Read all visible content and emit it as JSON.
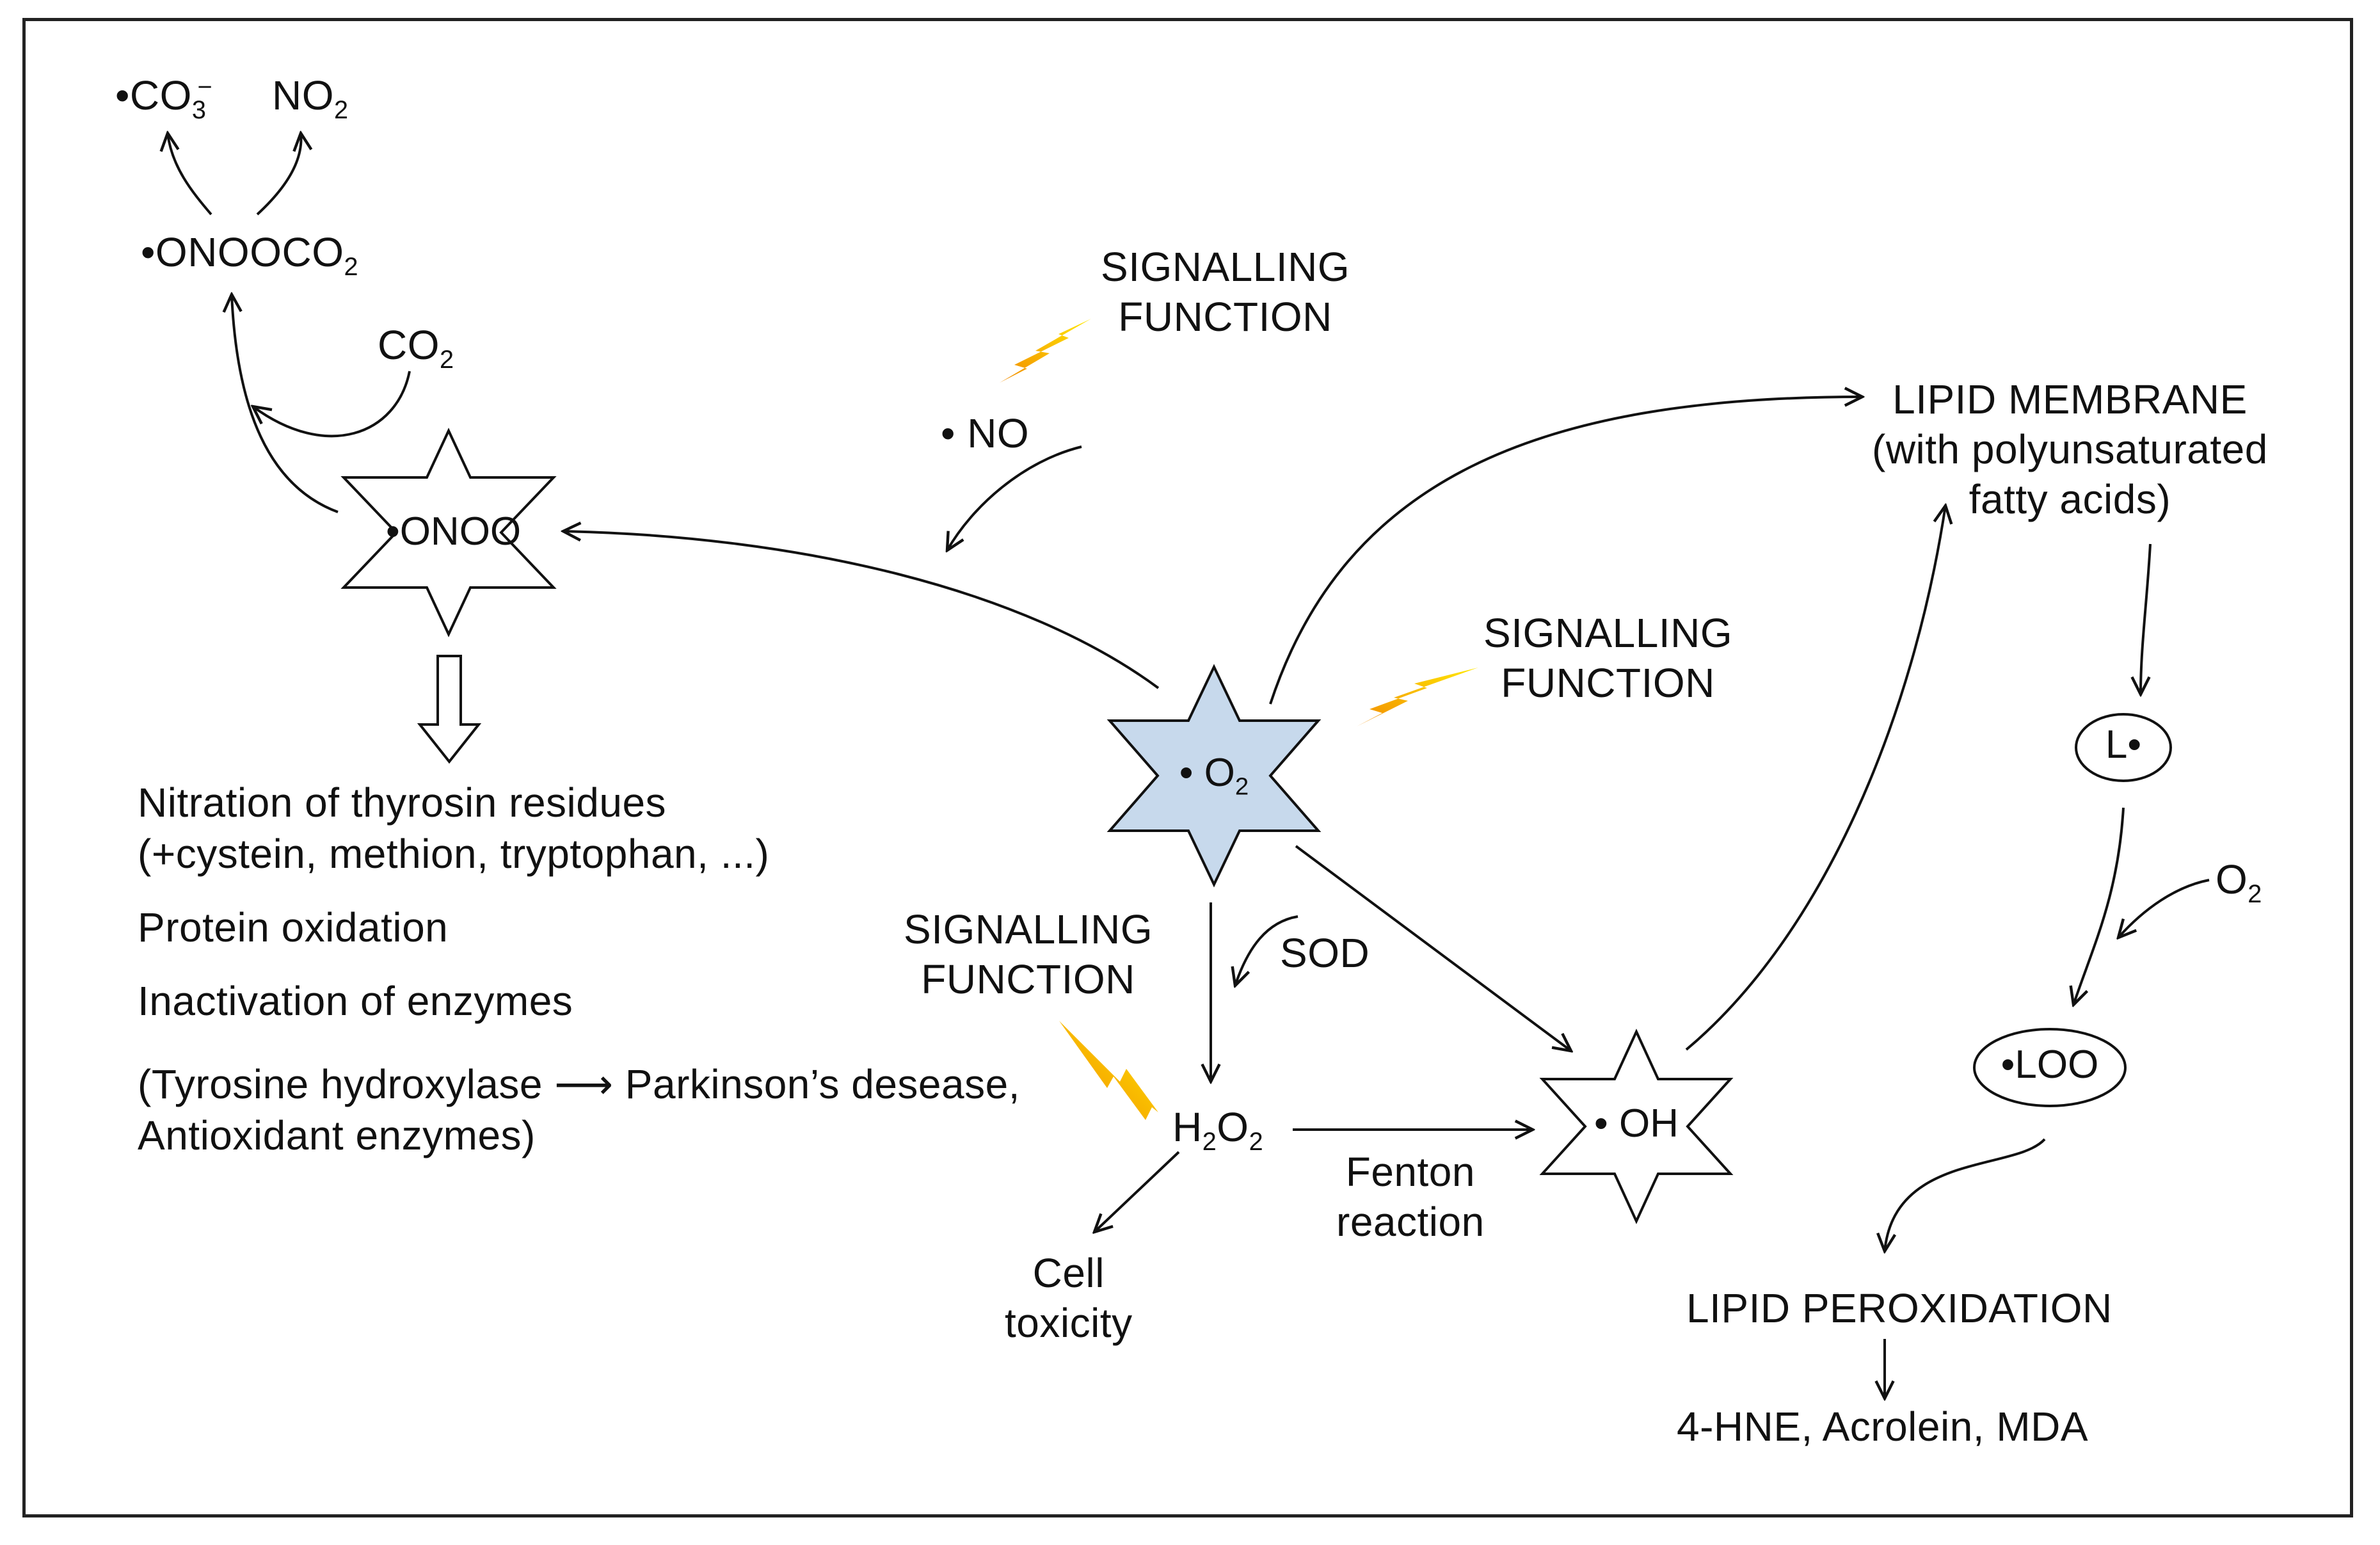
{
  "species": {
    "co3": {
      "dot": "•",
      "base": "CO",
      "sub": "3",
      "sup": "−"
    },
    "no2": {
      "base": "NO",
      "sub": "2"
    },
    "onoococ2": {
      "dot": "•",
      "base": "ONOOCO",
      "sub": "2"
    },
    "co2": {
      "base": "CO",
      "sub": "2"
    },
    "no": "• NO",
    "onoo": "•ONOO",
    "o2_radical": {
      "dot": "• ",
      "base": "O",
      "sub": "2"
    },
    "h2o2": {
      "a": "H",
      "s1": "2",
      "b": "O",
      "s2": "2"
    },
    "oh": "• OH",
    "l_radical": "L•",
    "loo": "•LOO",
    "o2": {
      "base": "O",
      "sub": "2"
    },
    "sod": "SOD"
  },
  "labels": {
    "signalling_top": [
      "SIGNALLING",
      "FUNCTION"
    ],
    "signalling_mid": [
      "SIGNALLING",
      "FUNCTION"
    ],
    "signalling_left": [
      "SIGNALLING",
      "FUNCTION"
    ],
    "lipid_membrane": [
      "LIPID MEMBRANE",
      "(with polyunsaturated",
      "fatty acids)"
    ],
    "lipid_peroxidation": "LIPID PEROXIDATION",
    "peroxidation_products": "4-HNE, Acrolein, MDA",
    "fenton": [
      "Fenton",
      "reaction"
    ],
    "cell_toxicity": [
      "Cell",
      "toxicity"
    ]
  },
  "effects": {
    "line1": "Nitration of thyrosin residues",
    "line2": "(+cystein, methion, tryptophan, ...)",
    "line3": "Protein oxidation",
    "line4": "Inactivation of enzymes",
    "line5a": "(Tyrosine hydroxylase",
    "line5arrow": "⟶",
    "line5b": "Parkinson’s desease,",
    "line6": "Antioxidant enzymes)"
  },
  "colors": {
    "o2_star_fill": "#c7d9ec",
    "star_fill": "#ffffff",
    "stroke": "#111111",
    "bolt_start": "#ffe800",
    "bolt_end": "#f28a00"
  }
}
